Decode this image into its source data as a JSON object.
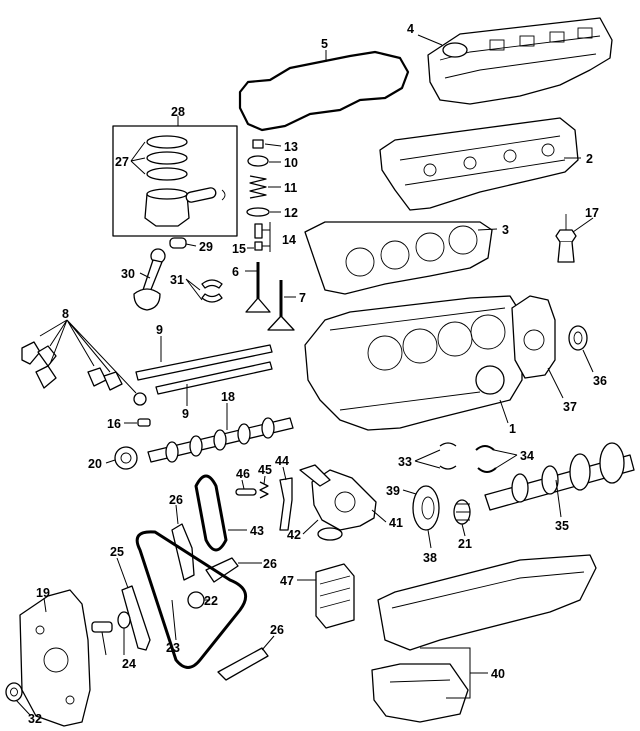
{
  "callouts": [
    {
      "id": "1",
      "label": "1"
    },
    {
      "id": "2",
      "label": "2"
    },
    {
      "id": "3",
      "label": "3"
    },
    {
      "id": "4",
      "label": "4"
    },
    {
      "id": "5",
      "label": "5"
    },
    {
      "id": "6",
      "label": "6"
    },
    {
      "id": "7",
      "label": "7"
    },
    {
      "id": "8",
      "label": "8"
    },
    {
      "id": "9a",
      "label": "9"
    },
    {
      "id": "9b",
      "label": "9"
    },
    {
      "id": "10",
      "label": "10"
    },
    {
      "id": "11",
      "label": "11"
    },
    {
      "id": "12",
      "label": "12"
    },
    {
      "id": "13",
      "label": "13"
    },
    {
      "id": "14",
      "label": "14"
    },
    {
      "id": "15",
      "label": "15"
    },
    {
      "id": "16",
      "label": "16"
    },
    {
      "id": "17",
      "label": "17"
    },
    {
      "id": "18",
      "label": "18"
    },
    {
      "id": "19",
      "label": "19"
    },
    {
      "id": "20",
      "label": "20"
    },
    {
      "id": "21",
      "label": "21"
    },
    {
      "id": "22",
      "label": "22"
    },
    {
      "id": "23",
      "label": "23"
    },
    {
      "id": "24",
      "label": "24"
    },
    {
      "id": "25",
      "label": "25"
    },
    {
      "id": "26a",
      "label": "26"
    },
    {
      "id": "26b",
      "label": "26"
    },
    {
      "id": "26c",
      "label": "26"
    },
    {
      "id": "27",
      "label": "27"
    },
    {
      "id": "28",
      "label": "28"
    },
    {
      "id": "29",
      "label": "29"
    },
    {
      "id": "30",
      "label": "30"
    },
    {
      "id": "31",
      "label": "31"
    },
    {
      "id": "32",
      "label": "32"
    },
    {
      "id": "33",
      "label": "33"
    },
    {
      "id": "34",
      "label": "34"
    },
    {
      "id": "35",
      "label": "35"
    },
    {
      "id": "36",
      "label": "36"
    },
    {
      "id": "37",
      "label": "37"
    },
    {
      "id": "38",
      "label": "38"
    },
    {
      "id": "39",
      "label": "39"
    },
    {
      "id": "40",
      "label": "40"
    },
    {
      "id": "41",
      "label": "41"
    },
    {
      "id": "42",
      "label": "42"
    },
    {
      "id": "43",
      "label": "43"
    },
    {
      "id": "44",
      "label": "44"
    },
    {
      "id": "45",
      "label": "45"
    },
    {
      "id": "46",
      "label": "46"
    },
    {
      "id": "47",
      "label": "47"
    }
  ]
}
